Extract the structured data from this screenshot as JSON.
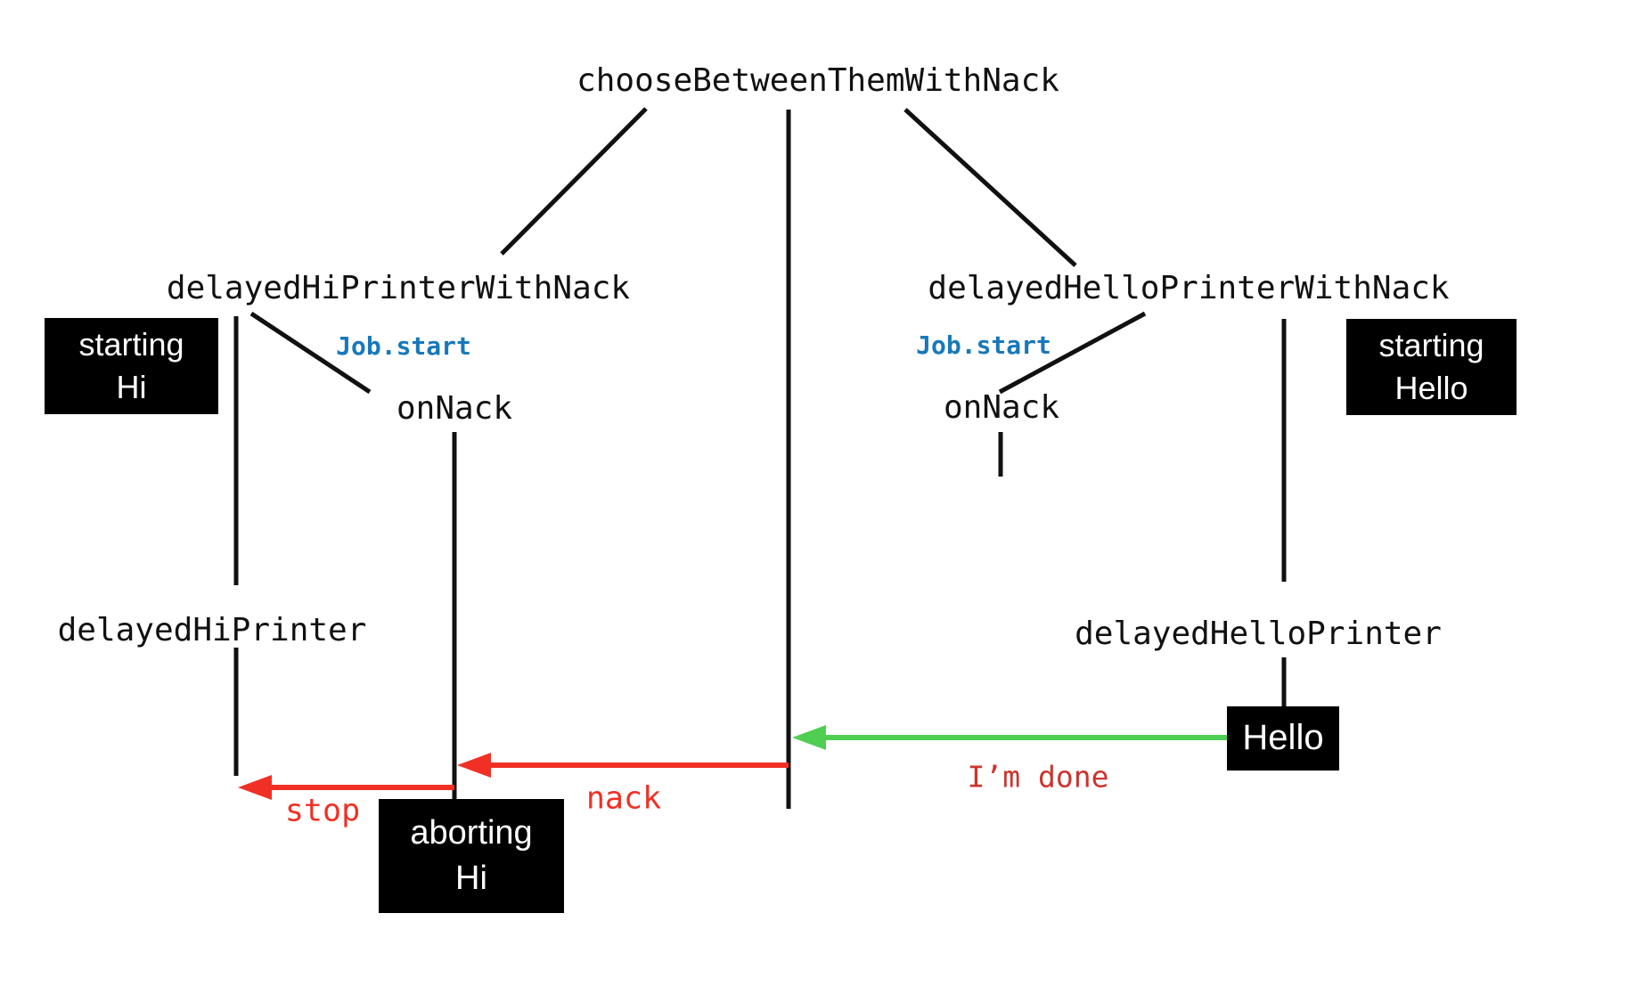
{
  "diagram": {
    "title": "chooseBetweenThemWithNack",
    "left": {
      "node_label": "delayedHiPrinterWithNack",
      "job_start_label": "Job.start",
      "on_nack_label": "onNack",
      "printer_label": "delayedHiPrinter",
      "starting_box": [
        "starting",
        "Hi"
      ],
      "aborting_box": [
        "aborting",
        "Hi"
      ]
    },
    "right": {
      "node_label": "delayedHelloPrinterWithNack",
      "job_start_label": "Job.start",
      "on_nack_label": "onNack",
      "printer_label": "delayedHelloPrinter",
      "starting_box": [
        "starting",
        "Hello"
      ],
      "output_box": "Hello"
    },
    "messages": {
      "done_label": "I’m done",
      "nack_label": "nack",
      "stop_label": "stop"
    },
    "colors": {
      "background": "#FFFFFF",
      "line_black": "#111111",
      "box_bg": "#000000",
      "box_text": "#FFFFFF",
      "job_start_blue": "#1878BB",
      "message_red": "#F03024",
      "done_red": "#CC342C",
      "done_arrow_green": "#4FCE52"
    }
  }
}
